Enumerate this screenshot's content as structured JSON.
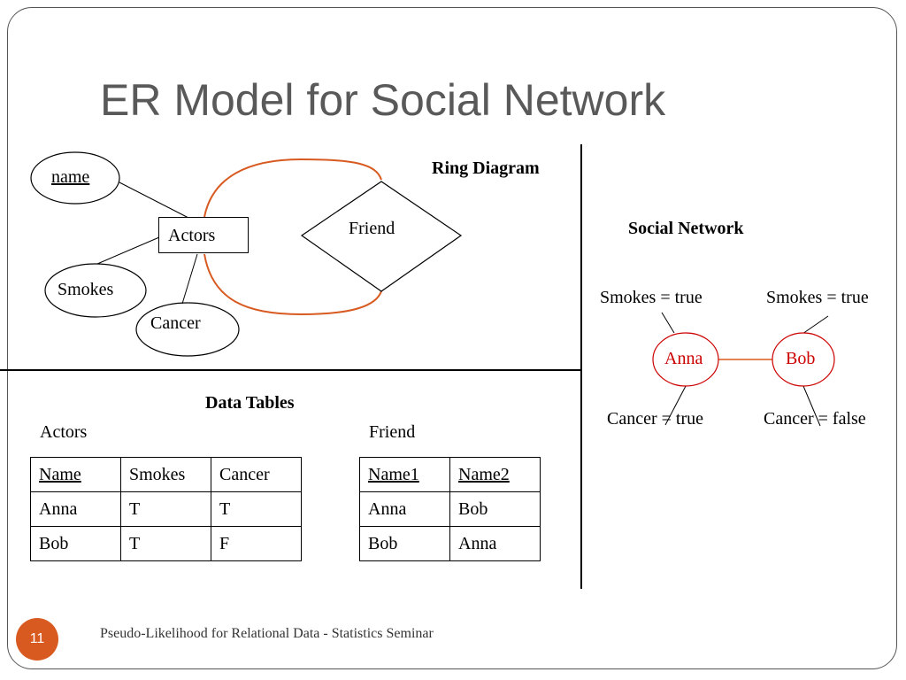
{
  "slide": {
    "title": "ER Model for Social Network",
    "page_number": "11",
    "footer": "Pseudo-Likelihood for Relational Data - Statistics Seminar"
  },
  "er_diagram": {
    "heading": "Ring Diagram",
    "entity": "Actors",
    "relationship": "Friend",
    "attributes": {
      "name": "name",
      "smokes": "Smokes",
      "cancer": "Cancer"
    }
  },
  "social_network": {
    "heading": "Social Network",
    "nodes": [
      {
        "name": "Anna",
        "smokes_label": "Smokes = true",
        "cancer_label": "Cancer = true"
      },
      {
        "name": "Bob",
        "smokes_label": "Smokes = true",
        "cancer_label": "Cancer = false"
      }
    ]
  },
  "data_tables": {
    "heading": "Data Tables",
    "actors": {
      "caption": "Actors",
      "headers": [
        "Name",
        "Smokes",
        "Cancer"
      ],
      "rows": [
        [
          "Anna",
          "T",
          "T"
        ],
        [
          "Bob",
          "T",
          "F"
        ]
      ]
    },
    "friend": {
      "caption": "Friend",
      "headers": [
        "Name1",
        "Name2"
      ],
      "rows": [
        [
          "Anna",
          "Bob"
        ],
        [
          "Bob",
          "Anna"
        ]
      ]
    }
  },
  "colors": {
    "accent": "#d85a20",
    "node_red": "#cc0000",
    "title_gray": "#595959"
  }
}
